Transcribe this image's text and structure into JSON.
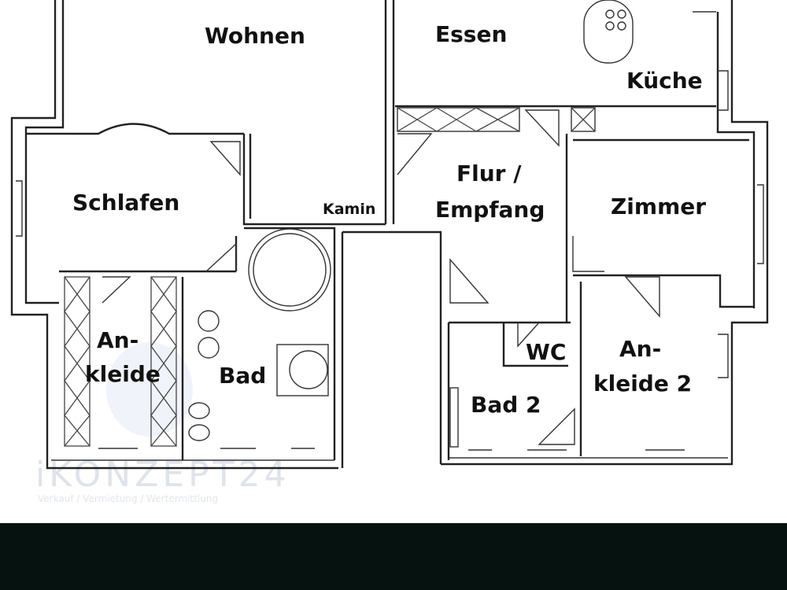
{
  "rooms": {
    "wohnen": "Wohnen",
    "essen": "Essen",
    "kueche": "Küche",
    "schlafen": "Schlafen",
    "kamin": "Kamin",
    "flur_line1": "Flur /",
    "flur_line2": "Empfang",
    "zimmer": "Zimmer",
    "ankleide_line1": "An-",
    "ankleide_line2": "kleide",
    "bad": "Bad",
    "wc": "WC",
    "ankleide2_line1": "An-",
    "ankleide2_line2": "kleide 2",
    "bad2": "Bad 2"
  },
  "watermark": {
    "brand": "iKONZEPT24",
    "tagline": "Verkauf / Vermietung / Wertermittlung"
  },
  "colors": {
    "line": "#222222",
    "background": "#ffffff",
    "bottom_bar": "#061210"
  }
}
